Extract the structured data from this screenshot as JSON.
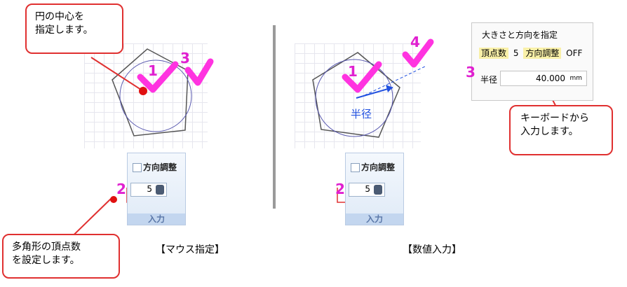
{
  "callouts": {
    "center": "円の中心を\n指定します。",
    "vertices": "多角形の頂点数\nを設定します。",
    "keyboard": "キーボードから\n入力します。"
  },
  "captions": {
    "mouse": "【マウス指定】",
    "numeric": "【数値入力】"
  },
  "step_numbers": {
    "one": "1",
    "two": "2",
    "three": "3",
    "four": "4"
  },
  "radius_label": "半径",
  "input_panel": {
    "direction_label": "方向調整",
    "vertex_count": "5",
    "footer": "入力"
  },
  "spec_panel": {
    "title": "大きさと方向を指定",
    "vertex_label": "頂点数",
    "vertex_value": "5",
    "direction_label": "方向調整",
    "direction_value": "OFF",
    "radius_label": "半径",
    "radius_value": "40.000",
    "unit": "mm"
  },
  "colors": {
    "callout_border": "#e03030",
    "check": "#ff33e0",
    "step_number": "#e020d0",
    "radius": "#2050e0"
  }
}
